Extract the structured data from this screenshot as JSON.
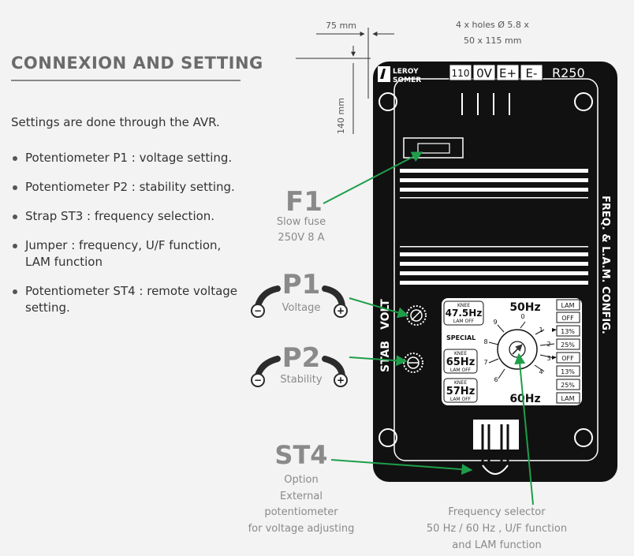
{
  "section_title": "CONNEXION AND SETTING",
  "intro": "Settings are done through the AVR.",
  "bullets": [
    "Potentiometer P1 : voltage setting.",
    "Potentiometer P2 : stability setting.",
    "Strap ST3 : frequency selection.",
    "Jumper : frequency, U/F function, LAM function",
    "Potentiometer ST4 : remote voltage setting."
  ],
  "dimensions": {
    "width": "75 mm",
    "height": "140 mm",
    "holes_line1": "4 x holes Ø 5.8 x",
    "holes_line2": "50 x 115 mm"
  },
  "board": {
    "brand_line1": "LEROY",
    "brand_line2": "SOMER",
    "terminals": [
      "110",
      "0V",
      "E+",
      "E-"
    ],
    "model": "R250",
    "side_label": "FREQ. & L.A.M. CONFIG.",
    "stab_label": "STAB",
    "volt_label": "VOLT"
  },
  "callouts": {
    "f1": {
      "title": "F1",
      "line1": "Slow fuse",
      "line2": "250V 8 A"
    },
    "p1": {
      "title": "P1",
      "label": "Voltage"
    },
    "p2": {
      "title": "P2",
      "label": "Stability"
    },
    "st4": {
      "title": "ST4",
      "line1": "Option",
      "line2": "External",
      "line3": "potentiometer",
      "line4": "for voltage adjusting"
    },
    "freq": {
      "line1": "Frequency selector",
      "line2": "50 Hz / 60 Hz , U/F function",
      "line3": "and LAM function"
    }
  },
  "selector_table": {
    "hz50": "50Hz",
    "hz60": "60Hz",
    "knee": "KNEE",
    "lam_off": "LAM OFF",
    "special": "SPECIAL",
    "left_values": [
      "47.5Hz",
      "65Hz",
      "57Hz"
    ],
    "right_labels": [
      "LAM",
      "OFF",
      "13%",
      "25%",
      "OFF",
      "13%",
      "25%",
      "LAM"
    ],
    "positions": [
      "0",
      "1",
      "2",
      "3",
      "4",
      "6",
      "7",
      "8",
      "9"
    ]
  },
  "colors": {
    "board": "#111111",
    "arrow": "#1f9e4a",
    "text_grey": "#8a8a8a"
  }
}
